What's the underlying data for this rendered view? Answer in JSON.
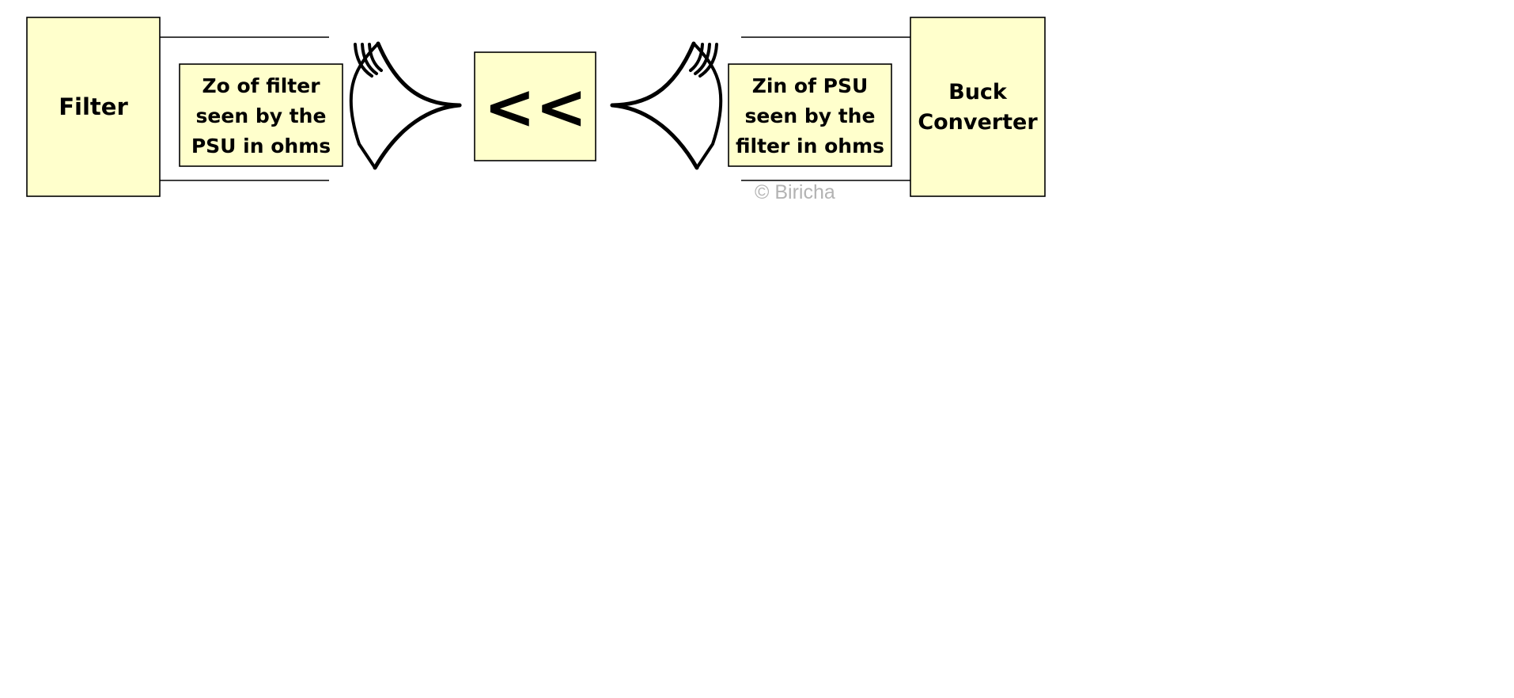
{
  "colors": {
    "block_fill": "#ffffcc",
    "stroke": "#000000",
    "copyright": "#b3b3b3"
  },
  "blocks": {
    "filter": {
      "label": "Filter"
    },
    "zo_box": {
      "lines": [
        "Zo of filter",
        "seen by the",
        "PSU in ohms"
      ]
    },
    "compare": {
      "symbol": "<<"
    },
    "zin_box": {
      "lines": [
        "Zin of PSU",
        "seen by the",
        "filter in ohms"
      ]
    },
    "buck": {
      "lines": [
        "Buck",
        "Converter"
      ]
    }
  },
  "icons": {
    "left_ear": "ear-icon",
    "right_ear": "ear-icon"
  },
  "copyright": "© Biricha"
}
